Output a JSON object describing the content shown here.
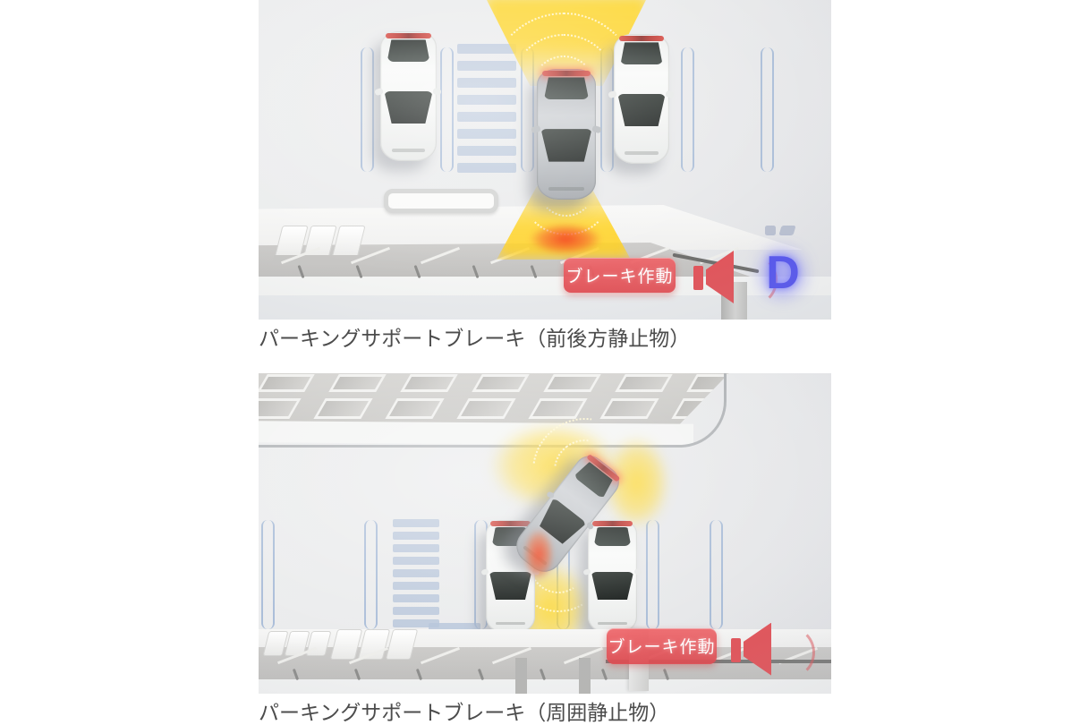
{
  "page": {
    "background": "#ffffff"
  },
  "colors": {
    "illustration_background": "#eaebec",
    "sensor_wave_yellow": "#ffd62e",
    "warning_glow_red": "#f23c1e",
    "alert_badge_red": "#e8575c",
    "speaker_icon_red": "#e2545a",
    "shift_indicator_blue": "#5656ee",
    "parking_line_blue": "#a8bcd8",
    "crosswalk_blue": "#b5c3d9",
    "caption_text": "#4c4c4c"
  },
  "figure1": {
    "caption": "パーキングサポートブレーキ（前後方静止物）",
    "alert_badge": "ブレーキ作動",
    "shift_indicator": "D"
  },
  "figure2": {
    "caption": "パーキングサポートブレーキ（周囲静止物）",
    "alert_badge": "ブレーキ作動"
  }
}
